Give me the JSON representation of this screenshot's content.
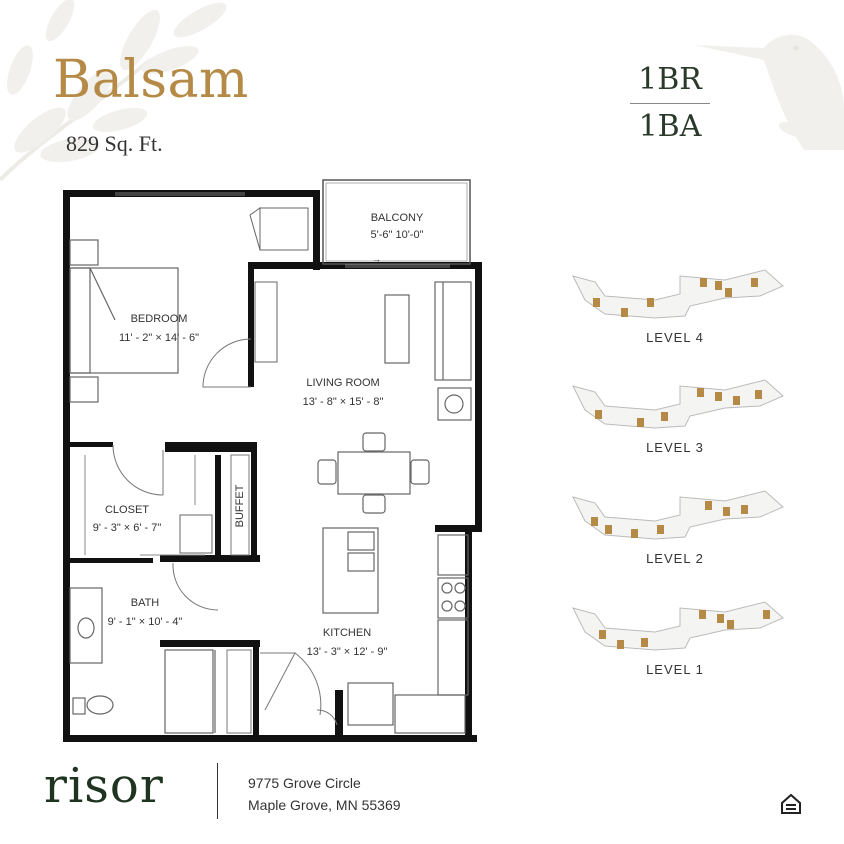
{
  "plan_name": "Balsam",
  "square_feet": "829 Sq. Ft.",
  "bedrooms": "1BR",
  "bathrooms": "1BA",
  "rooms": {
    "balcony": {
      "name": "BALCONY",
      "dims": "5'-6\" 10'-0\""
    },
    "bedroom": {
      "name": "BEDROOM",
      "dims": "11' - 2\" × 14' - 6\""
    },
    "living_room": {
      "name": "LIVING ROOM",
      "dims": "13' - 8\" × 15' - 8\""
    },
    "closet": {
      "name": "CLOSET",
      "dims": "9' - 3\" × 6' - 7\""
    },
    "buffet": {
      "name": "BUFFET"
    },
    "bath": {
      "name": "BATH",
      "dims": "9' - 1\" × 10' - 4\""
    },
    "kitchen": {
      "name": "KITCHEN",
      "dims": "13' - 3\" × 12' - 9\""
    }
  },
  "levels": [
    {
      "label": "LEVEL 4"
    },
    {
      "label": "LEVEL 3"
    },
    {
      "label": "LEVEL 2"
    },
    {
      "label": "LEVEL 1"
    }
  ],
  "brand": {
    "logo_text": "risor",
    "logo_color": "#1f3321",
    "accent_color": "#b58a46"
  },
  "address": {
    "line1": "9775 Grove Circle",
    "line2": "Maple Grove, MN 55369"
  },
  "icons": {
    "equal_housing": "equal-housing-icon"
  }
}
